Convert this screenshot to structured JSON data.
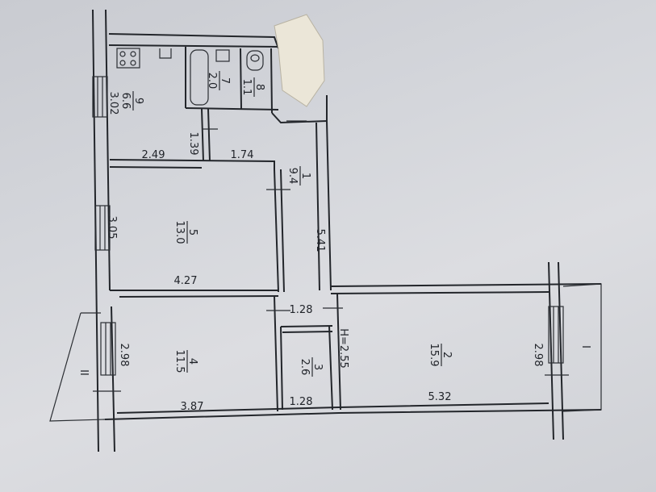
{
  "rooms": [
    {
      "id": "room-9",
      "number": "9",
      "area": "6.6"
    },
    {
      "id": "room-7",
      "number": "7",
      "area": "2.0"
    },
    {
      "id": "room-8",
      "number": "8",
      "area": "1.1"
    },
    {
      "id": "room-1",
      "number": "1",
      "area": "9.4"
    },
    {
      "id": "room-5",
      "number": "5",
      "area": "13.0"
    },
    {
      "id": "room-4",
      "number": "4",
      "area": "11.5"
    },
    {
      "id": "room-3",
      "number": "3",
      "area": "2.6"
    },
    {
      "id": "room-2",
      "number": "2",
      "area": "15.9"
    }
  ],
  "dimensions": {
    "kitchen_width": "3.02",
    "kitchen_length": "2.49",
    "kitchen_step": "1.39",
    "hall_width": "1.74",
    "hall_length": "5.41",
    "room5_width": "3.05",
    "room5_length": "4.27",
    "room4_width": "2.98",
    "room4_length": "3.87",
    "closet_top": "1.28",
    "closet_bottom": "1.28",
    "room2_width": "2.98",
    "room2_length": "5.32"
  },
  "ceiling_height": "H=2.55",
  "balcony_left": "II",
  "balcony_right": "I"
}
